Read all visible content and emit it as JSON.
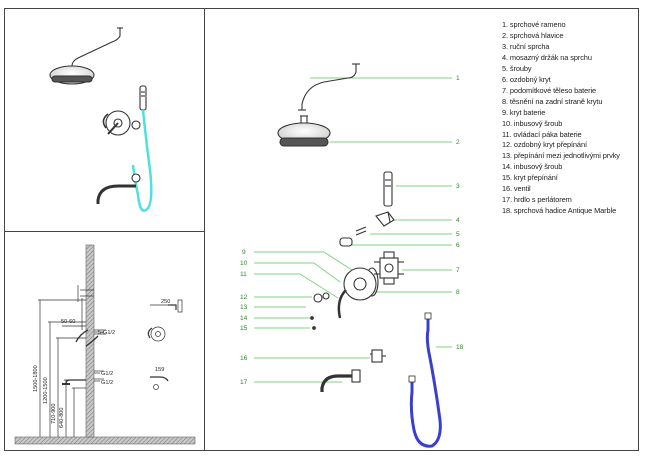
{
  "legend": [
    "1. sprchové rameno",
    "2. sprchová hlavice",
    "3. ruční sprcha",
    "4. mosazný držák na sprchu",
    "5. šrouby",
    "6. ozdobný kryt",
    "7. podomítkové těleso baterie",
    "8. těsnění na zadní straně krytu",
    "9. kryt baterie",
    "10. inbusový šroub",
    "11. ovládací páka baterie",
    "12. ozdobný kryt přepínání",
    "13. přepínání mezi jednotlivými prvky",
    "14. inbusový šroub",
    "15. kryt přepínání",
    "16. ventil",
    "17. hrdlo s perlátorem",
    "18. sprchová hadice Antique Marble"
  ],
  "callouts": {
    "right": [
      "1",
      "2",
      "3",
      "4",
      "5",
      "6",
      "7",
      "8",
      "18"
    ],
    "left": [
      "9",
      "10",
      "11",
      "12",
      "13",
      "14",
      "15",
      "16",
      "17"
    ]
  },
  "dimensions": {
    "d_50_60": "50-60",
    "g_top": "5-G1/2",
    "g_mid": "G1/2",
    "g_low": "G1/2",
    "h_1500_1800": "1500-1800",
    "h_1200_1500": "1200-1500",
    "h_710_900": "710-900",
    "h_640_800": "640-800",
    "w_250": "250",
    "w_159": "159"
  },
  "colors": {
    "callout_line": "#7fd47f",
    "callout_text": "#2a8a2a",
    "hose_cyan": "#4ee0e0",
    "hose_blue": "#3a3fd0",
    "wall_fill": "#9a9a9a",
    "line_dark": "#333333"
  }
}
